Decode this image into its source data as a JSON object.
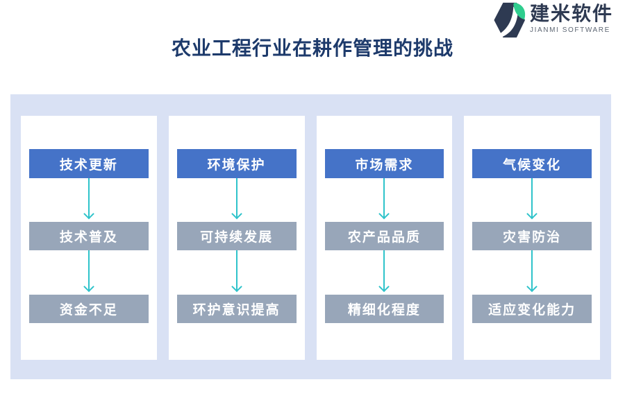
{
  "page": {
    "title": "农业工程行业在耕作管理的挑战"
  },
  "logo": {
    "name": "建米软件",
    "subtitle": "JIANMI SOFTWARE",
    "icon": "hexagon-leaf-icon"
  },
  "colors": {
    "header_blue": "#4573c8",
    "node_gray": "#98a6b9",
    "frame_periwinkle": "#d9e1f4",
    "arrow_teal": "#2ec3ca",
    "title_navy": "#1d3a6b",
    "logo_navy": "#2e3a52",
    "logo_green": "#2fcd8e"
  },
  "diagram": {
    "columns": [
      {
        "header": "技术更新",
        "nodes": [
          "技术普及",
          "资金不足"
        ]
      },
      {
        "header": "环境保护",
        "nodes": [
          "可持续发展",
          "环护意识提高"
        ]
      },
      {
        "header": "市场需求",
        "nodes": [
          "农产品品质",
          "精细化程度"
        ]
      },
      {
        "header": "气候变化",
        "nodes": [
          "灾害防治",
          "适应变化能力"
        ]
      }
    ]
  }
}
